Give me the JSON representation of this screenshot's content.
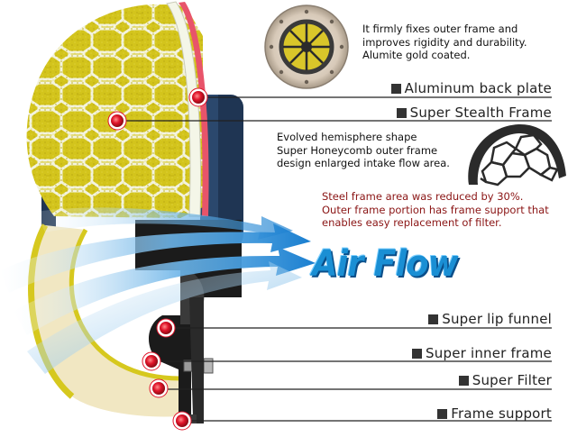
{
  "notes": {
    "alumite": "It firmly fixes outer frame and\nimproves rigidity and durability.\nAlumite gold coated.",
    "hemisphere": "Evolved hemisphere shape\nSuper Honeycomb outer frame\ndesign enlarged intake flow area.",
    "steel": "Steel frame area was reduced by 30%.\nOuter frame portion has frame support that\nenables easy replacement of filter."
  },
  "callouts": [
    "Aluminum back plate",
    "Super Stealth Frame",
    "Super lip funnel",
    "Super inner frame",
    "Super Filter",
    "Frame support"
  ],
  "airflow_label": "Air Flow",
  "colors": {
    "filter_yellow": "#d6c81e",
    "frame_white": "#f4f6e8",
    "back_plate_navy": "#1f3553",
    "funnel_dark": "#1b1b1b",
    "airflow_blue": "#1a8fd4",
    "marker_red": "#e0142a",
    "note_red": "#8a1414"
  }
}
